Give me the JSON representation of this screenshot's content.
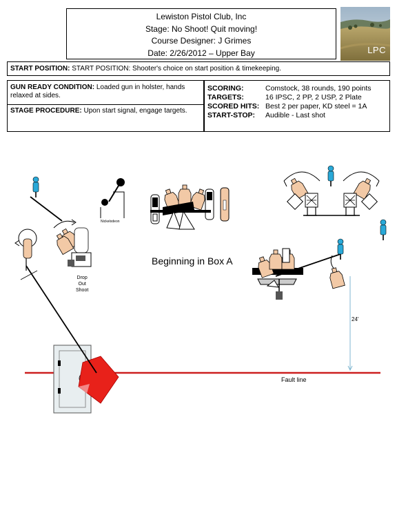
{
  "header": {
    "club": "Lewiston Pistol Club, Inc",
    "stage": "Stage:  No Shoot! Quit moving!",
    "designer": "Course Designer: J Grimes",
    "date": "Date: 2/26/2012 – Upper Bay"
  },
  "logo": {
    "text": "LPC"
  },
  "start_position": {
    "label": "START POSITION:",
    "text": "START POSITION: Shooter's choice on start position & timekeeping."
  },
  "gun_ready": {
    "label": "GUN READY CONDITION:",
    "text": " Loaded gun in holster, hands relaxed at sides."
  },
  "stage_procedure": {
    "label": "STAGE PROCEDURE:",
    "text": " Upon start signal, engage targets."
  },
  "scoring": {
    "rows": [
      {
        "key": "SCORING:",
        "value": "Comstock, 38 rounds, 190 points"
      },
      {
        "key": "TARGETS:",
        "value": "16 IPSC, 2 PP, 2 USP, 2 Plate"
      },
      {
        "key": "SCORED HITS:",
        "value": "Best 2 per paper, KD steel = 1A"
      },
      {
        "key": "START-STOP:",
        "value": "Audible - Last shot"
      }
    ]
  },
  "diagram": {
    "label_nickelodeon": "Nickelodeon",
    "label_beginning": "Beginning in Box A",
    "label_drop_line1": "Drop",
    "label_drop_line2": "Out",
    "label_drop_line3": "Shoot",
    "label_distance": "24'",
    "label_fault_line": "Fault line",
    "colors": {
      "fault_line": "#cc1f1f",
      "target_tan": "#f2c9a6",
      "no_shoot_blue": "#2aa9d8",
      "red_fill": "#e8211a"
    }
  }
}
